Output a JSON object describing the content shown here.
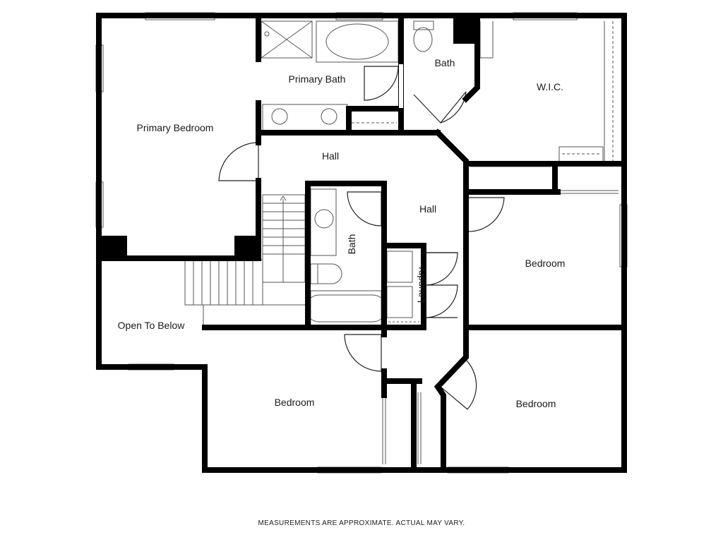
{
  "rooms": {
    "primary_bedroom": "Primary Bedroom",
    "primary_bath": "Primary Bath",
    "bath_top": "Bath",
    "wic": "W.I.C.",
    "hall_upper": "Hall",
    "hall_center": "Hall",
    "bath_center": "Bath",
    "laundry": "Laundry",
    "bedroom_right": "Bedroom",
    "open_to_below": "Open To Below",
    "bedroom_bottom_left": "Bedroom",
    "bedroom_bottom_right": "Bedroom"
  },
  "footer_note": "MEASUREMENTS ARE APPROXIMATE. ACTUAL MAY VARY.",
  "colors": {
    "wall": "#000000",
    "fixture": "#555555",
    "background": "#ffffff"
  }
}
